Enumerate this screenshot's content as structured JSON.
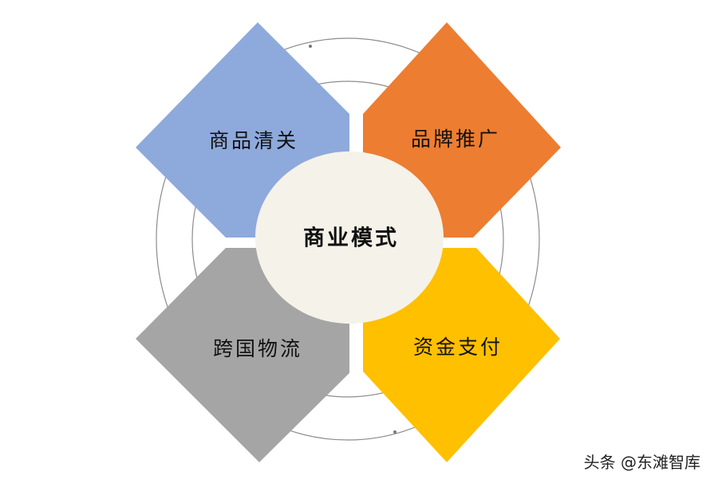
{
  "diagram": {
    "center": {
      "label": "商业模式",
      "color": "#F5F2EA"
    },
    "quadrants": [
      {
        "position": "top-left",
        "label": "商品清关",
        "color": "#8EA9DB"
      },
      {
        "position": "top-right",
        "label": "品牌推广",
        "color": "#ED7D31"
      },
      {
        "position": "bottom-left",
        "label": "跨国物流",
        "color": "#A5A5A5"
      },
      {
        "position": "bottom-right",
        "label": "资金支付",
        "color": "#FFC000"
      }
    ],
    "ring_color": "#8C8C8C"
  },
  "watermark": "头条 @东滩智库"
}
